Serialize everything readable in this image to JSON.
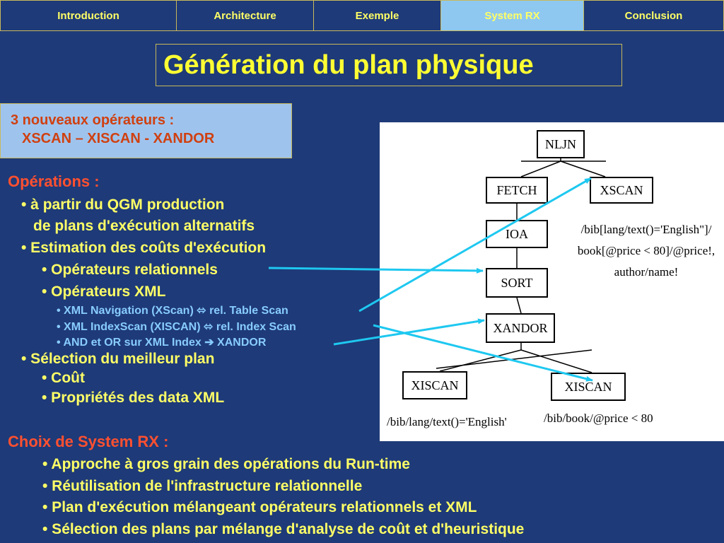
{
  "nav": {
    "tabs": [
      {
        "label": "Introduction"
      },
      {
        "label": "Architecture"
      },
      {
        "label": "Exemple"
      },
      {
        "label": "System RX"
      },
      {
        "label": "Conclusion"
      }
    ],
    "active_tab": "System RX"
  },
  "title": "Génération du plan physique",
  "operators_box": {
    "line1": "3 nouveaux opérateurs :",
    "line2": "XSCAN – XISCAN - XANDOR"
  },
  "operations": {
    "heading": "Opérations :",
    "b1": "• à partir du QGM production",
    "b1_cont": "de plans d'exécution alternatifs",
    "b2": "• Estimation des coûts d'exécution",
    "b2_1": "• Opérateurs relationnels",
    "b2_2": "• Opérateurs XML",
    "b2_2_1": "• XML Navigation (XScan) ⬄ rel. Table Scan",
    "b2_2_2": "• XML IndexScan (XISCAN) ⬄ rel. Index Scan",
    "b2_2_3": "• AND et OR sur XML Index ➔ XANDOR",
    "b3": "• Sélection du meilleur plan",
    "b3_1": "• Coût",
    "b3_2": "• Propriétés des data XML"
  },
  "choice": {
    "heading": "Choix de System RX :",
    "items": [
      "• Approche à gros grain des opérations du Run-time",
      "• Réutilisation de l'infrastructure relationnelle",
      "• Plan d'exécution mélangeant opérateurs relationnels et XML",
      "• Sélection des plans par mélange d'analyse de coût et d'heuristique"
    ]
  },
  "diagram": {
    "nodes": {
      "nljn": "NLJN",
      "fetch": "FETCH",
      "xscan": "XSCAN",
      "ioa": "IOA",
      "sort": "SORT",
      "xandor": "XANDOR",
      "xiscan_left": "XISCAN",
      "xiscan_right": "XISCAN"
    },
    "xscan_note": [
      "/bib[lang/text()='English\"]/",
      "book[@price < 80]/@price!,",
      "author/name!"
    ],
    "left_note": "/bib/lang/text()='English'",
    "right_note": "/bib/book/@price < 80"
  },
  "colors": {
    "background": "#1e3a78",
    "text": "#ffff66",
    "heading": "#ff5030",
    "arrow": "#1ec8f0"
  }
}
